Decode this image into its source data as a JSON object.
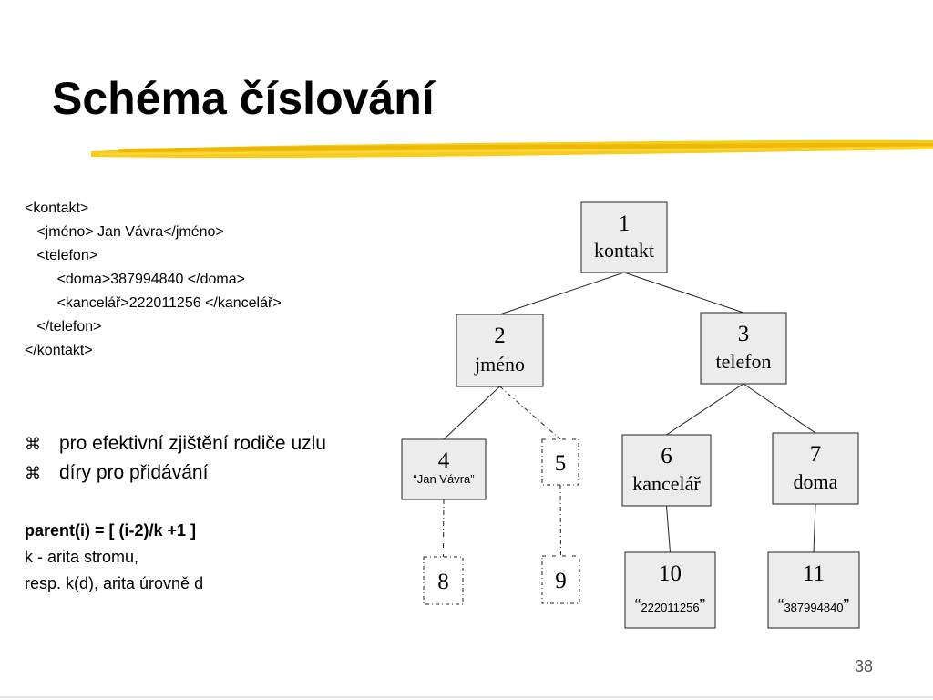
{
  "title": "Schéma číslování",
  "xml_lines": [
    "<kontakt>",
    "   <jméno> Jan Vávra</jméno>",
    "   <telefon>",
    "        <doma>387994840 </doma>",
    "        <kancelář>222011256 </kancelář>",
    "   </telefon>",
    "</kontakt>"
  ],
  "bullet_icon": "command-key-icon",
  "bullets": [
    "pro efektivní zjištění rodiče uzlu",
    "díry pro přidávání"
  ],
  "formula": {
    "line1": "parent(i) = [ (i-2)/k +1 ]",
    "line2": "k - arita stromu,",
    "line3": "resp. k(d), arita úrovně d"
  },
  "tree": {
    "nodes": [
      {
        "id": "1",
        "name": "kontakt",
        "small": false,
        "hole": false
      },
      {
        "id": "2",
        "name": "jméno",
        "small": false,
        "hole": false
      },
      {
        "id": "3",
        "name": "telefon",
        "small": false,
        "hole": false
      },
      {
        "id": "4",
        "name": "“Jan Vávra”",
        "small": true,
        "hole": false
      },
      {
        "id": "5",
        "name": "",
        "small": false,
        "hole": true
      },
      {
        "id": "6",
        "name": "kancelář",
        "small": false,
        "hole": false
      },
      {
        "id": "7",
        "name": "doma",
        "small": false,
        "hole": false
      },
      {
        "id": "8",
        "name": "",
        "small": false,
        "hole": true
      },
      {
        "id": "9",
        "name": "",
        "small": false,
        "hole": true
      },
      {
        "id": "10",
        "name": "222011256",
        "small": true,
        "quoted": true,
        "hole": false
      },
      {
        "id": "11",
        "name": "387994840",
        "small": true,
        "quoted": true,
        "hole": false
      }
    ],
    "edges": [
      {
        "from": "1",
        "to": "2",
        "dashed": false
      },
      {
        "from": "1",
        "to": "3",
        "dashed": false
      },
      {
        "from": "2",
        "to": "4",
        "dashed": false
      },
      {
        "from": "2",
        "to": "5",
        "dashed": true
      },
      {
        "from": "3",
        "to": "6",
        "dashed": false
      },
      {
        "from": "3",
        "to": "7",
        "dashed": false
      },
      {
        "from": "4",
        "to": "8",
        "dashed": true
      },
      {
        "from": "5",
        "to": "9",
        "dashed": true
      },
      {
        "from": "6",
        "to": "10",
        "dashed": false
      },
      {
        "from": "7",
        "to": "11",
        "dashed": false
      }
    ]
  },
  "colors": {
    "node_fill": "#ececec",
    "highlight": "#f7c600"
  },
  "page_number": "38"
}
